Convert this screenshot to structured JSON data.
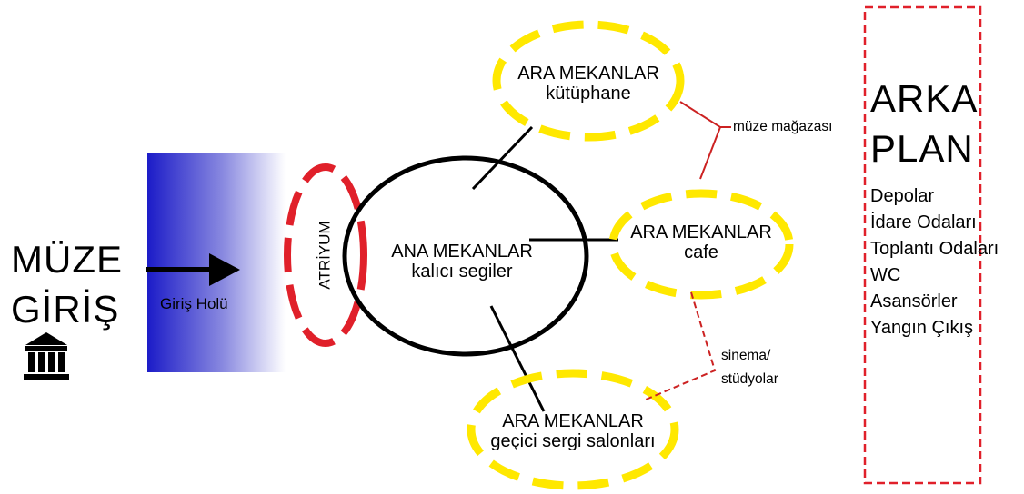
{
  "entrance": {
    "title_line1": "MÜZE",
    "title_line2": "GİRİŞ",
    "icon": "museum-building-icon"
  },
  "giris_holu": {
    "label": "Giriş Holü",
    "color_dark": "#2222cc"
  },
  "atrium": {
    "label": "ATRİYUM",
    "color": "#e0202a"
  },
  "main": {
    "line1": "ANA MEKANLAR",
    "line2": "kalıcı segiler"
  },
  "secondary": {
    "color": "#ffe800",
    "library": {
      "line1": "ARA MEKANLAR",
      "line2": "kütüphane"
    },
    "cafe": {
      "line1": "ARA MEKANLAR",
      "line2": "cafe"
    },
    "temporary": {
      "line1": "ARA MEKANLAR",
      "line2": "geçici sergi salonları"
    }
  },
  "connectors": {
    "museum_shop": "müze mağazası",
    "cinema_line1": "sinema/",
    "cinema_line2": "stüdyolar",
    "color": "#cc2222"
  },
  "background_zone": {
    "title_line1": "ARKA",
    "title_line2": "PLAN",
    "items": [
      "Depolar",
      "İdare Odaları",
      "Toplantı Odaları",
      "WC",
      "Asansörler",
      "Yangın Çıkış"
    ],
    "border_color": "#e0202a"
  }
}
